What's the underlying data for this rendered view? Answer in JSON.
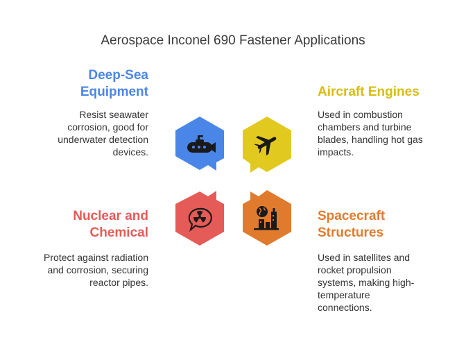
{
  "title": "Aerospace Inconel 690 Fastener Applications",
  "colors": {
    "blue": "#4a86e8",
    "yellow": "#e2c91f",
    "red": "#e55b57",
    "orange": "#e07b2e"
  },
  "items": [
    {
      "heading": "Deep-Sea Equipment",
      "heading_lines": [
        "Deep-Sea",
        "Equipment"
      ],
      "description_lines": [
        "Resist seawater",
        "corrosion, good for",
        "underwater detection",
        "devices."
      ],
      "icon": "submarine-icon",
      "color": "blue"
    },
    {
      "heading": "Aircraft Engines",
      "heading_lines": [
        "Aircraft Engines"
      ],
      "description_lines": [
        "Used in combustion",
        "chambers and turbine",
        "blades, handling hot gas",
        "impacts."
      ],
      "icon": "airplane-icon",
      "color": "yellow"
    },
    {
      "heading": "Nuclear and Chemical",
      "heading_lines": [
        "Nuclear and",
        "Chemical"
      ],
      "description_lines": [
        "Protect against radiation",
        "and corrosion, securing",
        "reactor pipes."
      ],
      "icon": "radiation-icon",
      "color": "red"
    },
    {
      "heading": "Spacecraft Structures",
      "heading_lines": [
        "Spacecraft",
        "Structures"
      ],
      "description_lines": [
        "Used in satellites and",
        "rocket propulsion",
        "systems, making high-",
        "temperature",
        "connections."
      ],
      "icon": "globe-city-icon",
      "color": "orange"
    }
  ]
}
